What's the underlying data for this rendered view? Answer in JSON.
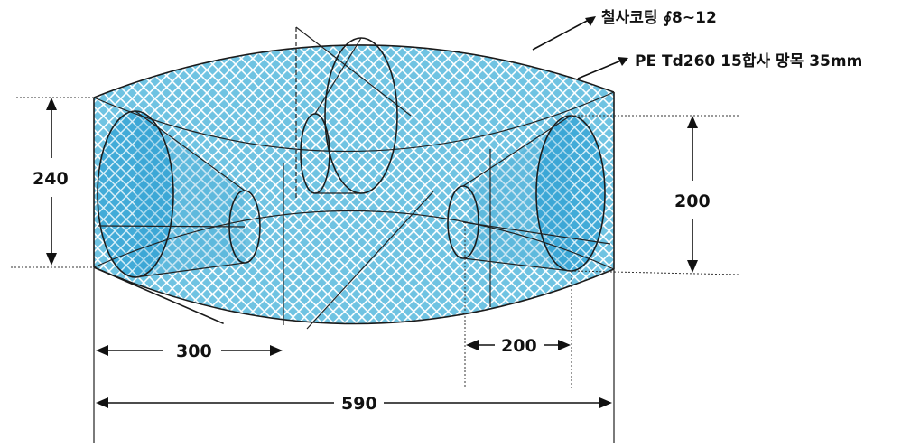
{
  "annotations": {
    "coating": "철사코팅 ∮8~12",
    "netting": "PE Td260 15합사 망목 35mm"
  },
  "dimensions": {
    "height_left": "240",
    "height_right": "200",
    "width_left_entrance": "300",
    "width_right_entrance": "200",
    "total_length": "590"
  },
  "colors": {
    "net_fill": "#6fc3e2",
    "net_mesh": "#ffffff",
    "funnel_shade": "#2a9dcf",
    "line": "#1b1b1b"
  }
}
